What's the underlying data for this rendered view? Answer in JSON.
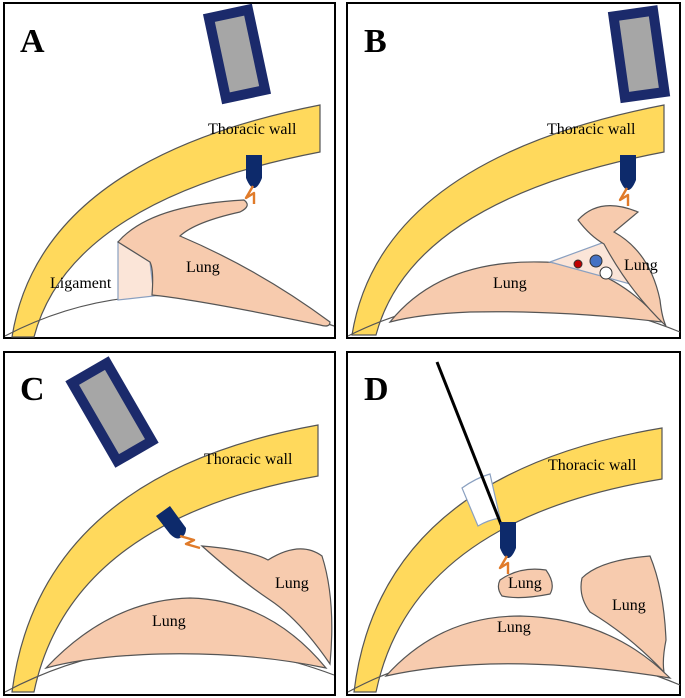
{
  "panels": [
    {
      "letter": "A",
      "labels": {
        "wall": "Thoracic wall",
        "lung": "Lung",
        "ligament": "Ligament"
      }
    },
    {
      "letter": "B",
      "labels": {
        "wall": "Thoracic wall",
        "lung_lower": "Lung",
        "lung_upper": "Lung"
      }
    },
    {
      "letter": "C",
      "labels": {
        "wall": "Thoracic wall",
        "lung_lower": "Lung",
        "lung_upper": "Lung"
      }
    },
    {
      "letter": "D",
      "labels": {
        "wall": "Thoracic wall",
        "lung_small": "Lung",
        "lung_lower": "Lung",
        "lung_right": "Lung"
      }
    }
  ],
  "colors": {
    "thoracic_wall": "#FFD95C",
    "lung": "#F7CBAE",
    "probe": "#1B2A6B",
    "electrode_tip": "#E07B2A"
  }
}
